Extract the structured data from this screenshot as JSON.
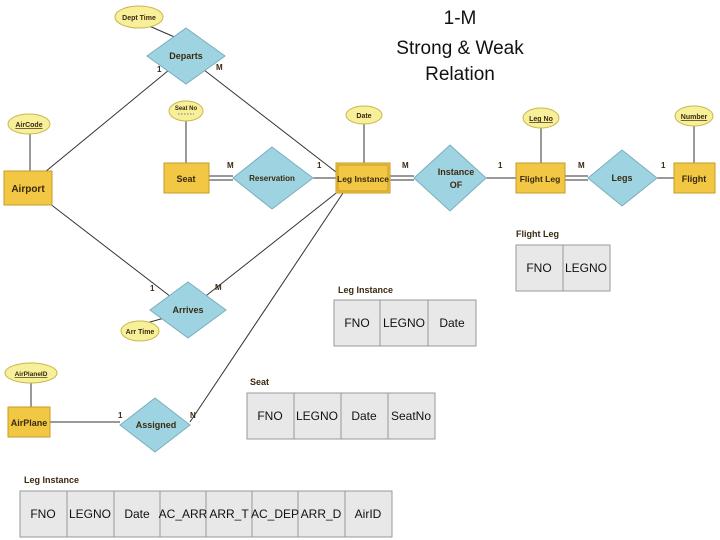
{
  "title": {
    "line1": "1-M",
    "line2": "Strong & Weak",
    "line3": "Relation"
  },
  "colors": {
    "entity": "#f2c743",
    "relationship": "#9ed3e2",
    "attribute": "#f8ef9a",
    "line": "#333333",
    "table_bg": "#e8e8e8"
  },
  "entities": {
    "airport": "Airport",
    "seat": "Seat",
    "leg_instance": "Leg Instance",
    "flight_leg": "Flight Leg",
    "flight": "Flight",
    "airplane": "AirPlane"
  },
  "relationships": {
    "departs": "Departs",
    "arrives": "Arrives",
    "reservation": "Reservation",
    "instance_of": [
      "Instance",
      "OF"
    ],
    "legs": "Legs",
    "assigned": "Assigned"
  },
  "attributes": {
    "dept_time": "Dept Time",
    "air_code": "AirCode",
    "seat_no": "Seat No",
    "date": "Date",
    "leg_no": "Leg No",
    "number": "Number",
    "arr_time": "Arr Time",
    "airplane_id": "AirPlaneID"
  },
  "cardinalities": {
    "one": "1",
    "many": "M",
    "n": "N"
  },
  "tables": {
    "flight_leg": {
      "title": "Flight Leg",
      "fields": [
        "FNO",
        "LEGNO"
      ]
    },
    "leg_instance": {
      "title": "Leg Instance",
      "fields": [
        "FNO",
        "LEGNO",
        "Date"
      ]
    },
    "seat": {
      "title": "Seat",
      "fields": [
        "FNO",
        "LEGNO",
        "Date",
        "SeatNo"
      ]
    },
    "leg_instance_full": {
      "title": "Leg Instance",
      "fields": [
        "FNO",
        "LEGNO",
        "Date",
        "AC_ARR",
        "ARR_T",
        "AC_DEP",
        "ARR_D",
        "AirID"
      ]
    }
  }
}
